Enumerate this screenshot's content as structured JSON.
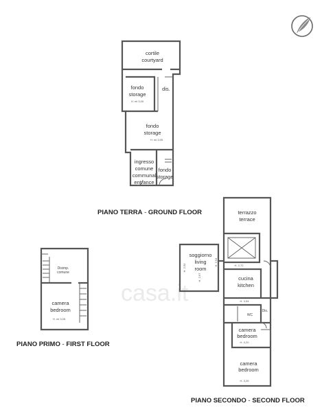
{
  "floors": {
    "ground": {
      "title_bold": "PIANO TERRA",
      "title_sep": " - ",
      "title_rest": "GROUND FLOOR",
      "rooms": {
        "courtyard_it": "cortile",
        "courtyard_en": "courtyard",
        "storage1_it": "fondo",
        "storage1_en": "storage",
        "storage1_h": "H. ml 3,00",
        "dis": "dis.",
        "storage2_it": "fondo",
        "storage2_en": "storage",
        "storage2_h": "H. ml 3,05",
        "entrance_1": "ingresso",
        "entrance_2": "comune",
        "entrance_3": "communal",
        "entrance_4": "entrance",
        "storage3_it": "fondo",
        "storage3_en": "storage"
      }
    },
    "first": {
      "title_bold": "PIANO PRIMO",
      "title_sep": " - ",
      "title_rest": "FIRST FLOOR",
      "rooms": {
        "landing_1": "Disimp.",
        "landing_2": "comune",
        "bedroom_it": "camera",
        "bedroom_en": "bedroom",
        "bedroom_h": "H. ml 3,05"
      }
    },
    "second": {
      "title_bold": "PIANO SECONDO",
      "title_sep": " - ",
      "title_rest": "SECOND FLOOR",
      "rooms": {
        "terrace_it": "terrazzo",
        "terrace_en": "terrace",
        "living_1": "soggiorno",
        "living_2": "living",
        "living_3": "room",
        "h_254a": "H. 2,54",
        "h_254b": "H. 2,54",
        "h_272": "H. 2,72",
        "h_297": "H. 2,97",
        "kitchen_it": "cucina",
        "kitchen_en": "kitchen",
        "h_354": "H. 3,54",
        "wc": "WC",
        "dis": "Dis.",
        "bed1_it": "camera",
        "bed1_en": "bedroom",
        "bed1_h": "H. 4,20",
        "bed2_it": "camera",
        "bed2_en": "bedroom",
        "bed2_h": "H. 3,26"
      }
    }
  },
  "watermark": "casa.it",
  "logo_icon": "leaf-circle-logo"
}
